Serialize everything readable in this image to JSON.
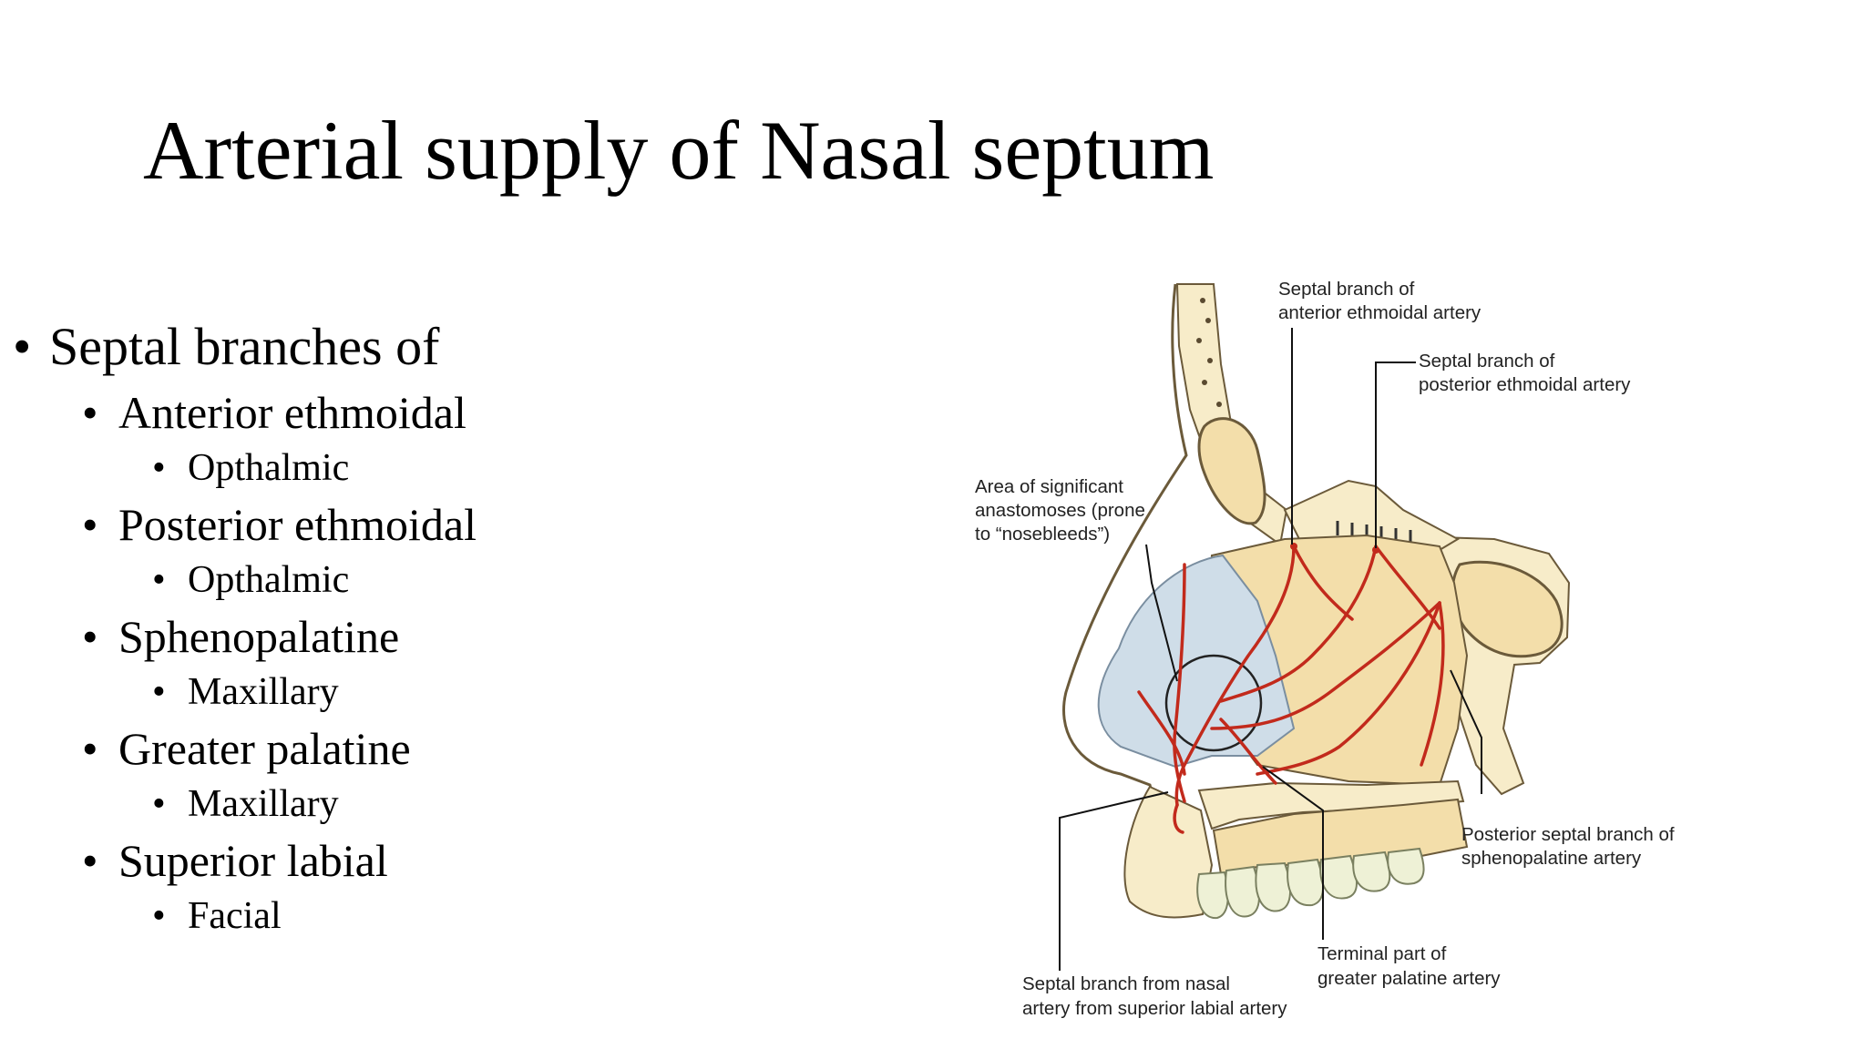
{
  "slide": {
    "title": "Arterial supply of Nasal septum"
  },
  "bullets": [
    {
      "level": 1,
      "text": "Septal branches of"
    },
    {
      "level": 2,
      "text": "Anterior ethmoidal"
    },
    {
      "level": 3,
      "text": "Opthalmic"
    },
    {
      "level": 2,
      "text": "Posterior ethmoidal"
    },
    {
      "level": 3,
      "text": "Opthalmic"
    },
    {
      "level": 2,
      "text": "Sphenopalatine"
    },
    {
      "level": 3,
      "text": "Maxillary"
    },
    {
      "level": 2,
      "text": "Greater palatine"
    },
    {
      "level": 3,
      "text": "Maxillary"
    },
    {
      "level": 2,
      "text": "Superior labial"
    },
    {
      "level": 3,
      "text": "Facial"
    }
  ],
  "figure": {
    "labels": {
      "anterior_ethmoidal": [
        "Septal branch of",
        "anterior ethmoidal artery"
      ],
      "posterior_ethmoidal": [
        "Septal branch of",
        "posterior ethmoidal artery"
      ],
      "anastomoses": [
        "Area of significant",
        "anastomoses (prone",
        "to “nosebleeds”)"
      ],
      "posterior_septal": [
        "Posterior septal branch of",
        "sphenopalatine artery"
      ],
      "greater_palatine": [
        "Terminal part of",
        "greater palatine artery"
      ],
      "superior_labial": [
        "Septal branch from nasal",
        "artery from superior labial artery"
      ]
    },
    "colors": {
      "artery": "#c22a1c",
      "septum": "#f3deaa",
      "bone": "#f7ecc9",
      "cartilage": "#cfdde8",
      "leader": "#111111"
    }
  }
}
